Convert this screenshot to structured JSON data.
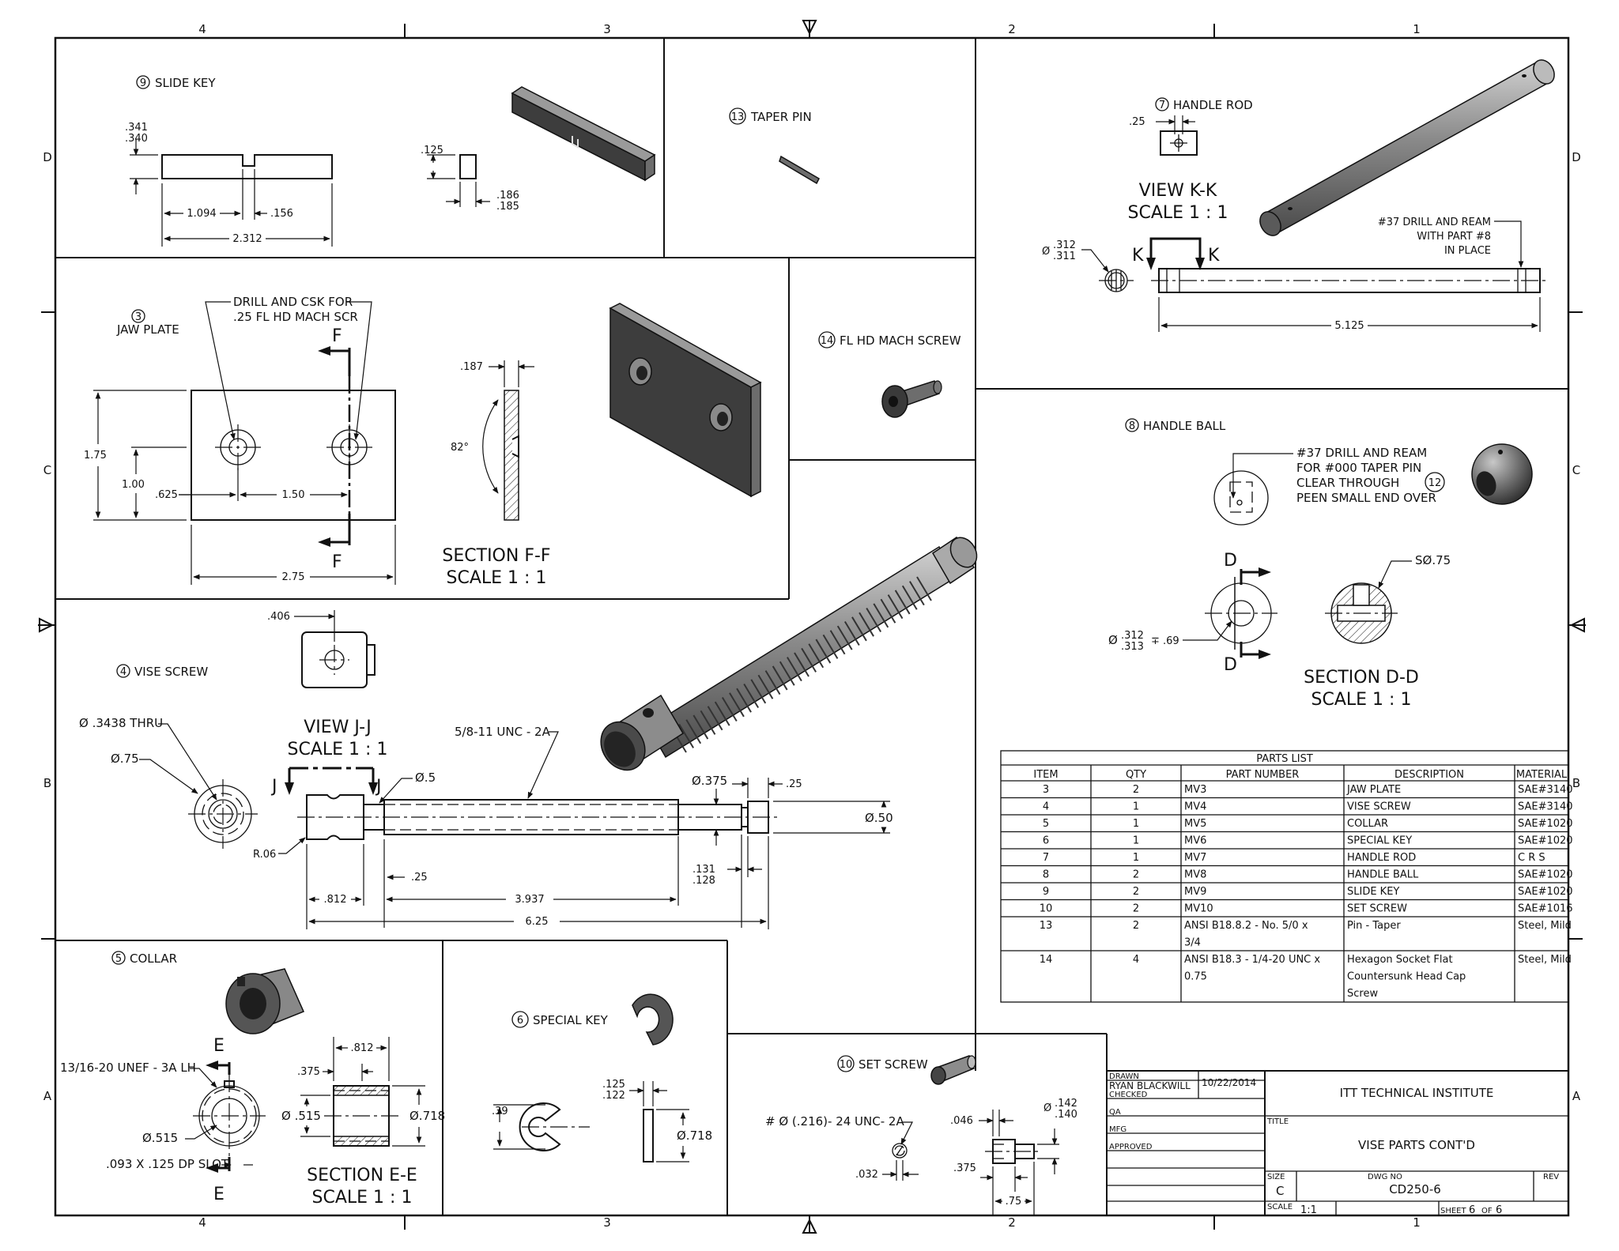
{
  "border": {
    "cols_top": [
      "4",
      "3",
      "2",
      "1"
    ],
    "cols_bottom": [
      "4",
      "3",
      "2",
      "1"
    ],
    "rows_left": [
      "D",
      "C",
      "B",
      "A"
    ],
    "rows_right": [
      "D",
      "C",
      "B",
      "A"
    ]
  },
  "part9": {
    "balloon": "9",
    "title": "SLIDE KEY",
    "d_h1": ".341",
    "d_h2": ".340",
    "d_pos": "1.094",
    "d_slot": ".156",
    "d_len": "2.312",
    "d_t": ".125",
    "d_w1": ".186",
    "d_w2": ".185"
  },
  "part13": {
    "balloon": "13",
    "title": "TAPER PIN"
  },
  "part7": {
    "balloon": "7",
    "title": "HANDLE ROD",
    "d_hole": ".25",
    "view_title": "VIEW K-K",
    "view_scale": "SCALE 1 : 1",
    "note_l1": "#37 DRILL AND REAM",
    "note_l2": "WITH PART #8",
    "note_l3": "IN PLACE",
    "dia_prefix": "Ø",
    "dia_1": ".312",
    "dia_2": ".311",
    "k_left": "K",
    "k_right": "K",
    "d_len": "5.125"
  },
  "part3": {
    "balloon": "3",
    "title": "JAW PLATE",
    "note_l1": "DRILL AND CSK FOR",
    "note_l2": ".25 FL HD MACH SCR",
    "f_top": "F",
    "f_bot": "F",
    "d_h": "1.75",
    "d_hc": "1.00",
    "d_x1": ".625",
    "d_pitch": "1.50",
    "d_len": "2.75",
    "d_t": ".187",
    "d_ang": "82°",
    "sec_title": "SECTION F-F",
    "sec_scale": "SCALE 1 : 1"
  },
  "part14": {
    "balloon": "14",
    "title": "FL HD MACH SCREW"
  },
  "part8": {
    "balloon": "8",
    "title": "HANDLE BALL",
    "note_l1": "#37 DRILL AND REAM",
    "note_l2": "FOR #000 TAPER PIN",
    "note_l3": "CLEAR THROUGH",
    "note_l4": "PEEN SMALL END OVER",
    "note_balloon": "12",
    "d_top": "D",
    "d_bot": "D",
    "d_sphere": "SØ.75",
    "dia_prefix": "Ø",
    "dia_1": ".312",
    "dia_2": ".313",
    "depth": "∓ .69",
    "sec_title": "SECTION D-D",
    "sec_scale": "SCALE 1 : 1"
  },
  "part4": {
    "balloon": "4",
    "title": "VISE SCREW",
    "d_406": ".406",
    "d_thru": "Ø .3438 THRU",
    "d_75": "Ø.75",
    "view_title": "VIEW J-J",
    "view_scale": "SCALE 1 : 1",
    "j_left": "J",
    "j_right": "J",
    "d_5": "Ø.5",
    "thread": "5/8-11 UNC - 2A",
    "d_r": "R.06",
    "d_375": "Ø.375",
    "d_25a": ".25",
    "d_50": "Ø.50",
    "d_25b": ".25",
    "d_131": ".131",
    "d_128": ".128",
    "d_812": ".812",
    "d_3937": "3.937",
    "d_625": "6.25"
  },
  "part5": {
    "balloon": "5",
    "title": "COLLAR",
    "thread": "13/16-20 UNEF - 3A LH",
    "e_top": "E",
    "e_bot": "E",
    "d_515a": "Ø.515",
    "slot": ".093 X .125 DP SLOT",
    "d_812": ".812",
    "d_375": ".375",
    "d_515b": "Ø .515",
    "d_718": "Ø.718",
    "sec_title": "SECTION E-E",
    "sec_scale": "SCALE 1 : 1"
  },
  "part6": {
    "balloon": "6",
    "title": "SPECIAL KEY",
    "d_39": ".39",
    "d_125": ".125",
    "d_122": ".122",
    "d_718": "Ø.718"
  },
  "part10": {
    "balloon": "10",
    "title": "SET SCREW",
    "thread": "# Ø (.216)- 24 UNC- 2A",
    "d_046": ".046",
    "dia_prefix": "Ø",
    "dia_1": ".142",
    "dia_2": ".140",
    "d_032": ".032",
    "d_375": ".375",
    "d_75": ".75"
  },
  "parts_list": {
    "title": "PARTS LIST",
    "headers": [
      "ITEM",
      "QTY",
      "PART NUMBER",
      "DESCRIPTION",
      "MATERIAL"
    ],
    "rows": [
      [
        "3",
        "2",
        "MV3",
        "JAW PLATE",
        "SAE#3140"
      ],
      [
        "4",
        "1",
        "MV4",
        "VISE SCREW",
        "SAE#3140"
      ],
      [
        "5",
        "1",
        "MV5",
        "COLLAR",
        "SAE#1020"
      ],
      [
        "6",
        "1",
        "MV6",
        "SPECIAL KEY",
        "SAE#1020"
      ],
      [
        "7",
        "1",
        "MV7",
        "HANDLE ROD",
        "C R S"
      ],
      [
        "8",
        "2",
        "MV8",
        "HANDLE BALL",
        "SAE#1020"
      ],
      [
        "9",
        "2",
        "MV9",
        "SLIDE KEY",
        "SAE#1020"
      ],
      [
        "10",
        "2",
        "MV10",
        "SET SCREW",
        "SAE#1016"
      ],
      [
        "13",
        "2",
        "ANSI B18.8.2 - No. 5/0 x|3/4",
        "Pin - Taper",
        "Steel, Mild"
      ],
      [
        "14",
        "4",
        "ANSI B18.3 - 1/4-20 UNC x|0.75",
        "Hexagon Socket Flat|Countersunk Head Cap|Screw",
        "Steel, Mild"
      ]
    ]
  },
  "title_block": {
    "drawn_label": "DRAWN",
    "drawn_by": "RYAN BLACKWILL",
    "drawn_date": "10/22/2014",
    "checked_label": "CHECKED",
    "qa_label": "QA",
    "mfg_label": "MFG",
    "approved_label": "APPROVED",
    "company": "ITT TECHNICAL INSTITUTE",
    "title_label": "TITLE",
    "title": "VISE PARTS CONT'D",
    "size_label": "SIZE",
    "size": "C",
    "dwgno_label": "DWG NO",
    "dwgno": "CD250-6",
    "rev_label": "REV",
    "scale_label": "SCALE",
    "scale": "1:1",
    "sheet_label": "SHEET",
    "sheet_no": "6",
    "of_label": "OF",
    "sheet_total": "6"
  }
}
